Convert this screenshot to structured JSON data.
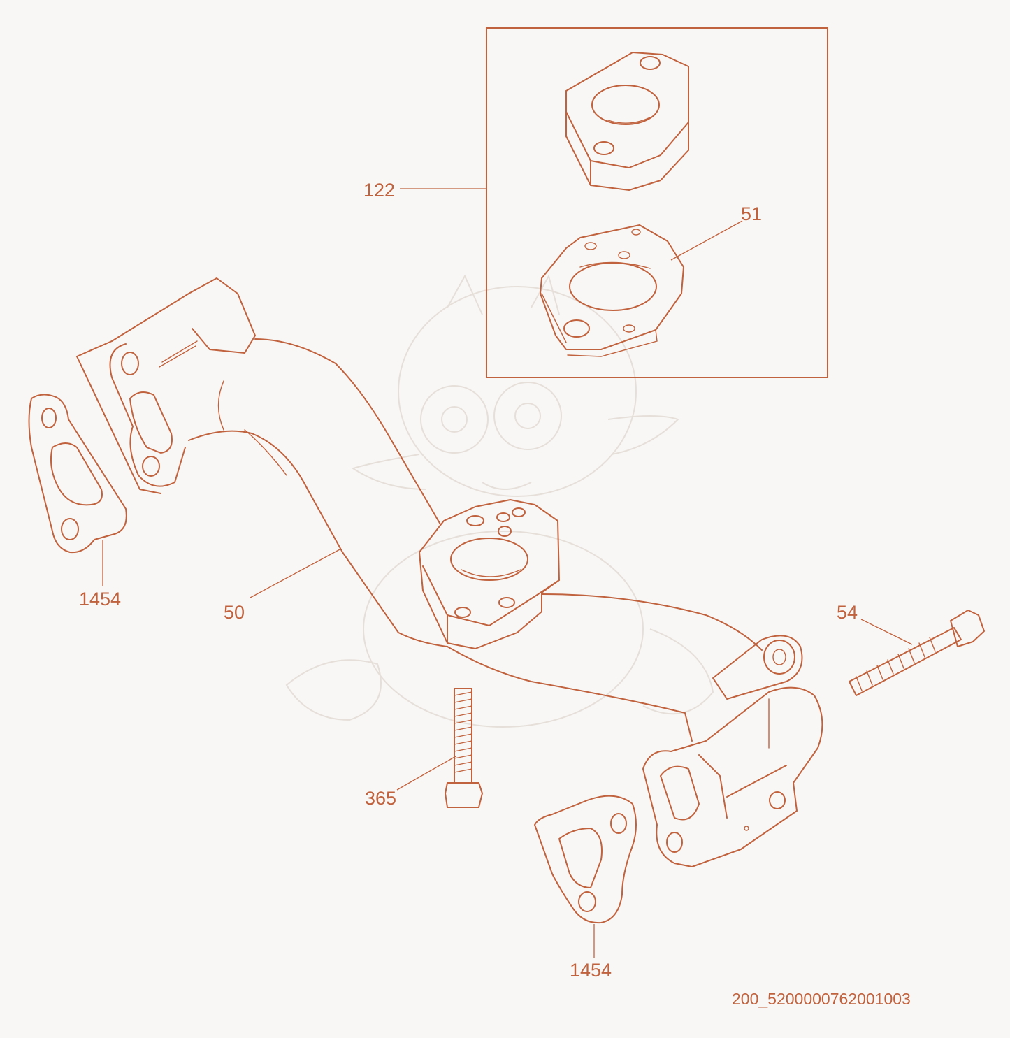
{
  "document_id": "200_5200000762001003",
  "callouts": {
    "kit": "122",
    "spacer_gasket": "51",
    "manifold": "50",
    "gasket_left": "1454",
    "gasket_right": "1454",
    "bolt_long": "54",
    "bolt_short": "365"
  },
  "colors": {
    "line": "#c0623d",
    "background": "#f8f7f5",
    "watermark": "#e6dfd9"
  }
}
